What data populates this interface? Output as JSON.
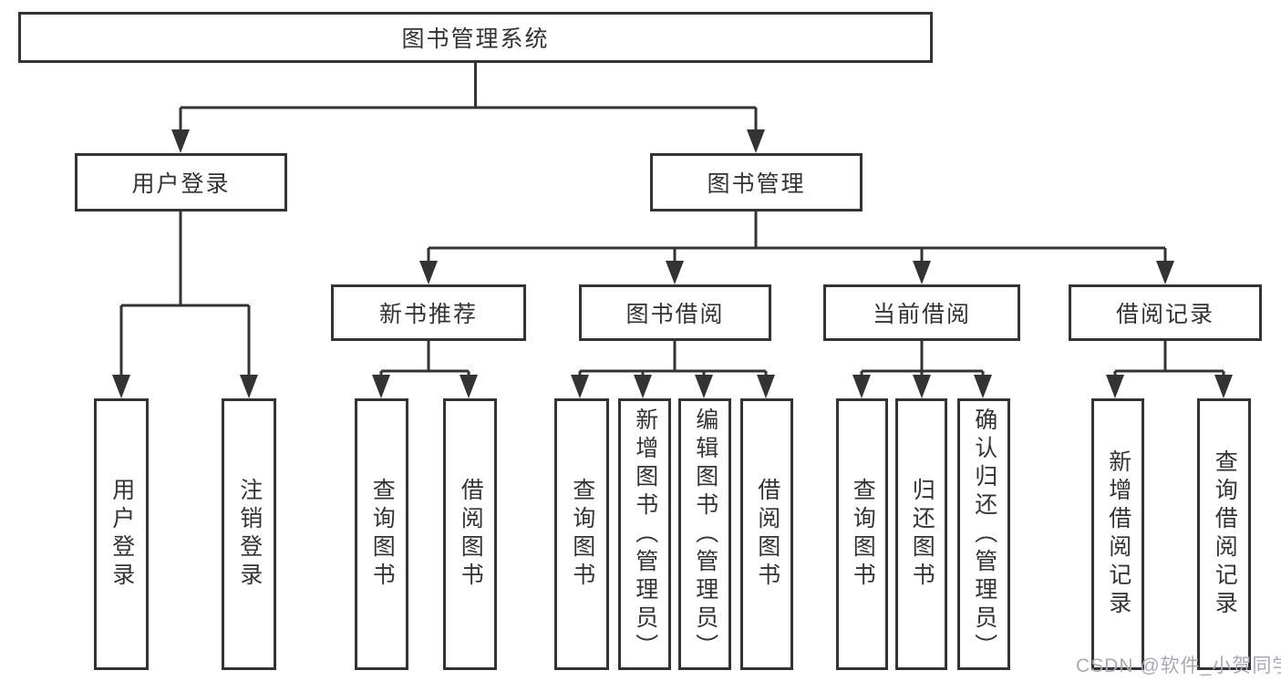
{
  "diagram_type": "hierarchy-tree",
  "colors": {
    "line": "#333333",
    "text": "#333333",
    "background": "#ffffff",
    "watermark_gray": "#a6abb1"
  },
  "tree": {
    "label": "图书管理系统",
    "children": [
      {
        "label": "用户登录",
        "children": [
          {
            "label": "用户登录"
          },
          {
            "label": "注销登录"
          }
        ]
      },
      {
        "label": "图书管理",
        "children": [
          {
            "label": "新书推荐",
            "children": [
              {
                "label": "查询图书"
              },
              {
                "label": "借阅图书"
              }
            ]
          },
          {
            "label": "图书借阅",
            "children": [
              {
                "label": "查询图书"
              },
              {
                "label": "新增图书（管理员）"
              },
              {
                "label": "编辑图书（管理员）"
              },
              {
                "label": "借阅图书"
              }
            ]
          },
          {
            "label": "当前借阅",
            "children": [
              {
                "label": "查询图书"
              },
              {
                "label": "归还图书"
              },
              {
                "label": "确认归还（管理员）"
              }
            ]
          },
          {
            "label": "借阅记录",
            "children": [
              {
                "label": "新增借阅记录"
              },
              {
                "label": "查询借阅记录"
              }
            ]
          }
        ]
      }
    ]
  },
  "watermark": {
    "text": "CSDN @软件_小贺同学"
  }
}
